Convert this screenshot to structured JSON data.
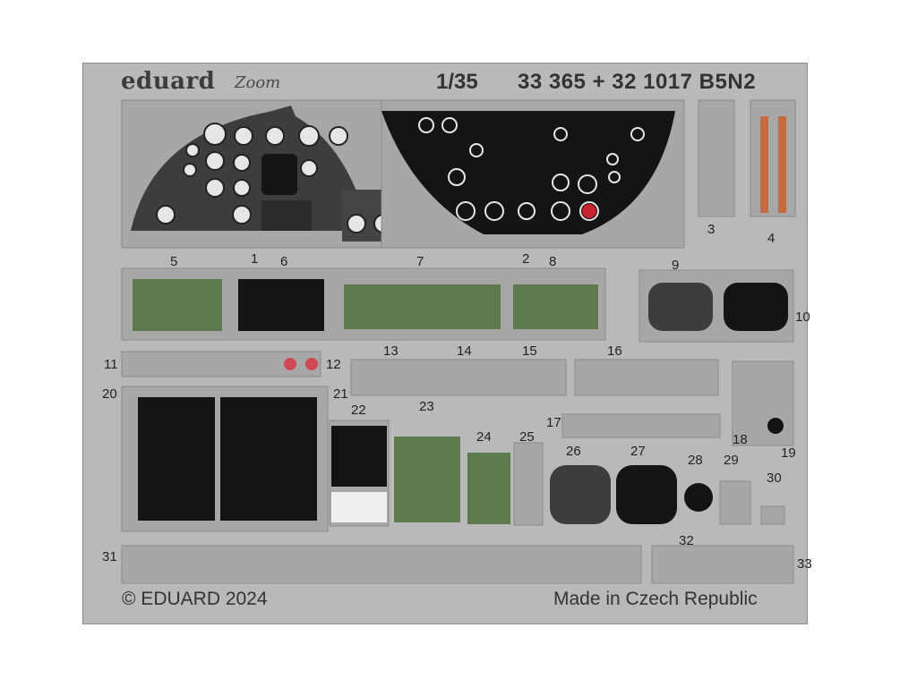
{
  "header": {
    "brand": "eduard",
    "brand_mark": "Zoom",
    "scale": "1/35",
    "codes": "33 365 + 32 1017 B5N2"
  },
  "footer": {
    "copyright": "© EDUARD 2024",
    "origin": "Made in Czech Republic"
  },
  "parts": [
    "1",
    "2",
    "3",
    "4",
    "5",
    "6",
    "7",
    "8",
    "9",
    "10",
    "11",
    "12",
    "13",
    "14",
    "15",
    "16",
    "17",
    "18",
    "19",
    "20",
    "21",
    "22",
    "23",
    "24",
    "25",
    "26",
    "27",
    "28",
    "29",
    "30",
    "31",
    "32",
    "33"
  ],
  "colors": {
    "fret": "#b9b9b9",
    "panel_dark": "#3d3d3d",
    "panel_black": "#141414",
    "panel_green": "#5d7a4e",
    "belt": "#c56a42"
  }
}
